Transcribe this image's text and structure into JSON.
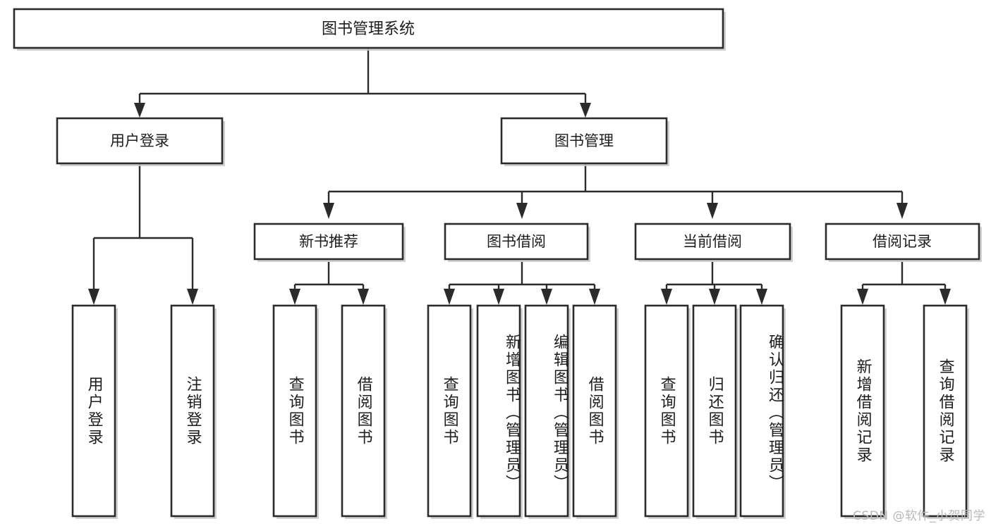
{
  "diagram": {
    "type": "hierarchy-tree",
    "title_node": {
      "id": "root",
      "label": "图书管理系统"
    },
    "levels": [
      {
        "level": 1,
        "nodes": [
          {
            "id": "root",
            "label": "图书管理系统",
            "orientation": "horizontal"
          }
        ]
      },
      {
        "level": 2,
        "nodes": [
          {
            "id": "login",
            "label": "用户登录",
            "orientation": "horizontal",
            "parent": "root"
          },
          {
            "id": "bookmgmt",
            "label": "图书管理",
            "orientation": "horizontal",
            "parent": "root"
          }
        ]
      },
      {
        "level": 3,
        "nodes": [
          {
            "id": "newbook",
            "label": "新书推荐",
            "orientation": "horizontal",
            "parent": "bookmgmt"
          },
          {
            "id": "borrow",
            "label": "图书借阅",
            "orientation": "horizontal",
            "parent": "bookmgmt"
          },
          {
            "id": "current",
            "label": "当前借阅",
            "orientation": "horizontal",
            "parent": "bookmgmt"
          },
          {
            "id": "records",
            "label": "借阅记录",
            "orientation": "horizontal",
            "parent": "bookmgmt"
          }
        ]
      },
      {
        "level": 4,
        "nodes": [
          {
            "id": "leaf1",
            "label": "用户登录",
            "orientation": "vertical",
            "parent": "login",
            "align": "center"
          },
          {
            "id": "leaf2",
            "label": "注销登录",
            "orientation": "vertical",
            "parent": "login",
            "align": "center"
          },
          {
            "id": "leaf3",
            "label": "查询图书",
            "orientation": "vertical",
            "parent": "newbook",
            "align": "center"
          },
          {
            "id": "leaf4",
            "label": "借阅图书",
            "orientation": "vertical",
            "parent": "newbook",
            "align": "center"
          },
          {
            "id": "leaf5",
            "label": "查询图书",
            "orientation": "vertical",
            "parent": "borrow",
            "align": "center"
          },
          {
            "id": "leaf6",
            "label": "新增图书（管理员）",
            "orientation": "vertical",
            "parent": "borrow",
            "align": "top"
          },
          {
            "id": "leaf7",
            "label": "编辑图书（管理员）",
            "orientation": "vertical",
            "parent": "borrow",
            "align": "top"
          },
          {
            "id": "leaf8",
            "label": "借阅图书",
            "orientation": "vertical",
            "parent": "borrow",
            "align": "center"
          },
          {
            "id": "leaf9",
            "label": "查询图书",
            "orientation": "vertical",
            "parent": "current",
            "align": "center"
          },
          {
            "id": "leaf10",
            "label": "归还图书",
            "orientation": "vertical",
            "parent": "current",
            "align": "center"
          },
          {
            "id": "leaf11",
            "label": "确认归还（管理员）",
            "orientation": "vertical",
            "parent": "current",
            "align": "top"
          },
          {
            "id": "leaf12",
            "label": "新增借阅记录",
            "orientation": "vertical",
            "parent": "records",
            "align": "center"
          },
          {
            "id": "leaf13",
            "label": "查询借阅记录",
            "orientation": "vertical",
            "parent": "records",
            "align": "center"
          }
        ]
      }
    ],
    "edges": [
      {
        "from": "root",
        "to": "login"
      },
      {
        "from": "root",
        "to": "bookmgmt"
      },
      {
        "from": "bookmgmt",
        "to": "newbook"
      },
      {
        "from": "bookmgmt",
        "to": "borrow"
      },
      {
        "from": "bookmgmt",
        "to": "current"
      },
      {
        "from": "bookmgmt",
        "to": "records"
      },
      {
        "from": "login",
        "to": "leaf1"
      },
      {
        "from": "login",
        "to": "leaf2"
      },
      {
        "from": "newbook",
        "to": "leaf3"
      },
      {
        "from": "newbook",
        "to": "leaf4"
      },
      {
        "from": "borrow",
        "to": "leaf5"
      },
      {
        "from": "borrow",
        "to": "leaf6"
      },
      {
        "from": "borrow",
        "to": "leaf7"
      },
      {
        "from": "borrow",
        "to": "leaf8"
      },
      {
        "from": "current",
        "to": "leaf9"
      },
      {
        "from": "current",
        "to": "leaf10"
      },
      {
        "from": "current",
        "to": "leaf11"
      },
      {
        "from": "records",
        "to": "leaf12"
      },
      {
        "from": "records",
        "to": "leaf13"
      }
    ],
    "colors": {
      "box_stroke": "#2b2b2b",
      "box_fill": "#ffffff",
      "connector": "#2b2b2b",
      "text": "#1d1d1d",
      "background": "#ffffff",
      "watermark": "#b8b8b8"
    }
  },
  "watermark": {
    "text": "CSDN @软件_小贺同学"
  }
}
